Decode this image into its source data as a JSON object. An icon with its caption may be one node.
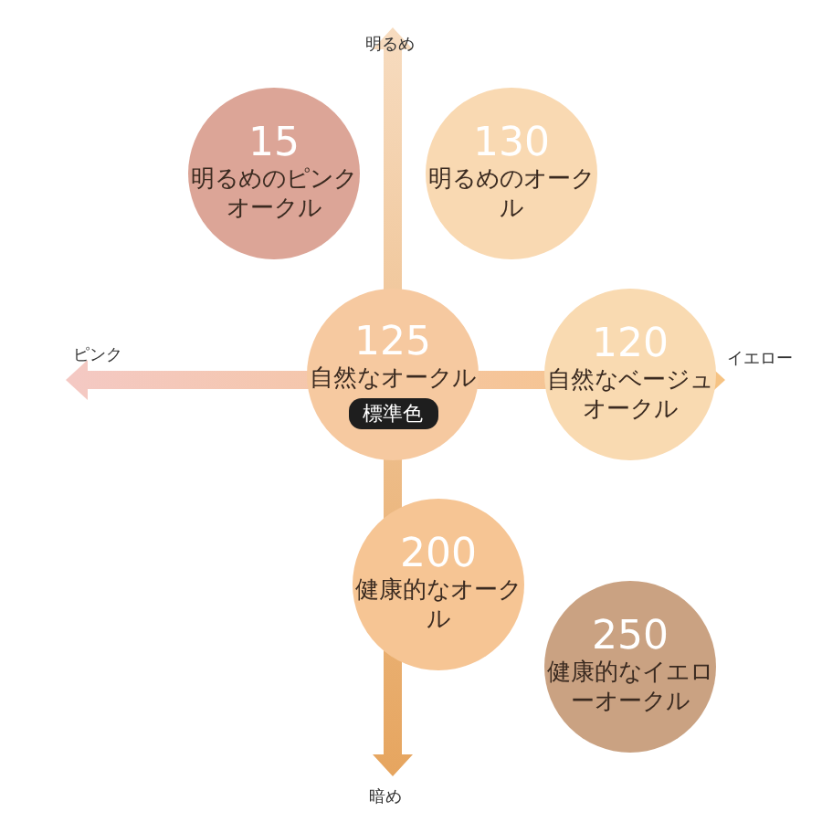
{
  "diagram": {
    "nodes": [
      {
        "text": [
          "15",
          "明るめのピンクオークル"
        ]
      },
      {
        "text": [
          "130",
          "明るめのオークル"
        ]
      },
      {
        "text": [
          "125",
          "自然なオークル",
          "標準色"
        ]
      },
      {
        "text": [
          "120",
          "自然なベージュオークル"
        ]
      },
      {
        "text": [
          "200",
          "健康的なオークル"
        ]
      },
      {
        "text": [
          "250",
          "健康的なイエローオークル"
        ]
      }
    ],
    "edges": [],
    "labels": [
      "明るめ",
      "ピンク",
      "イエロー",
      "暗め"
    ]
  }
}
